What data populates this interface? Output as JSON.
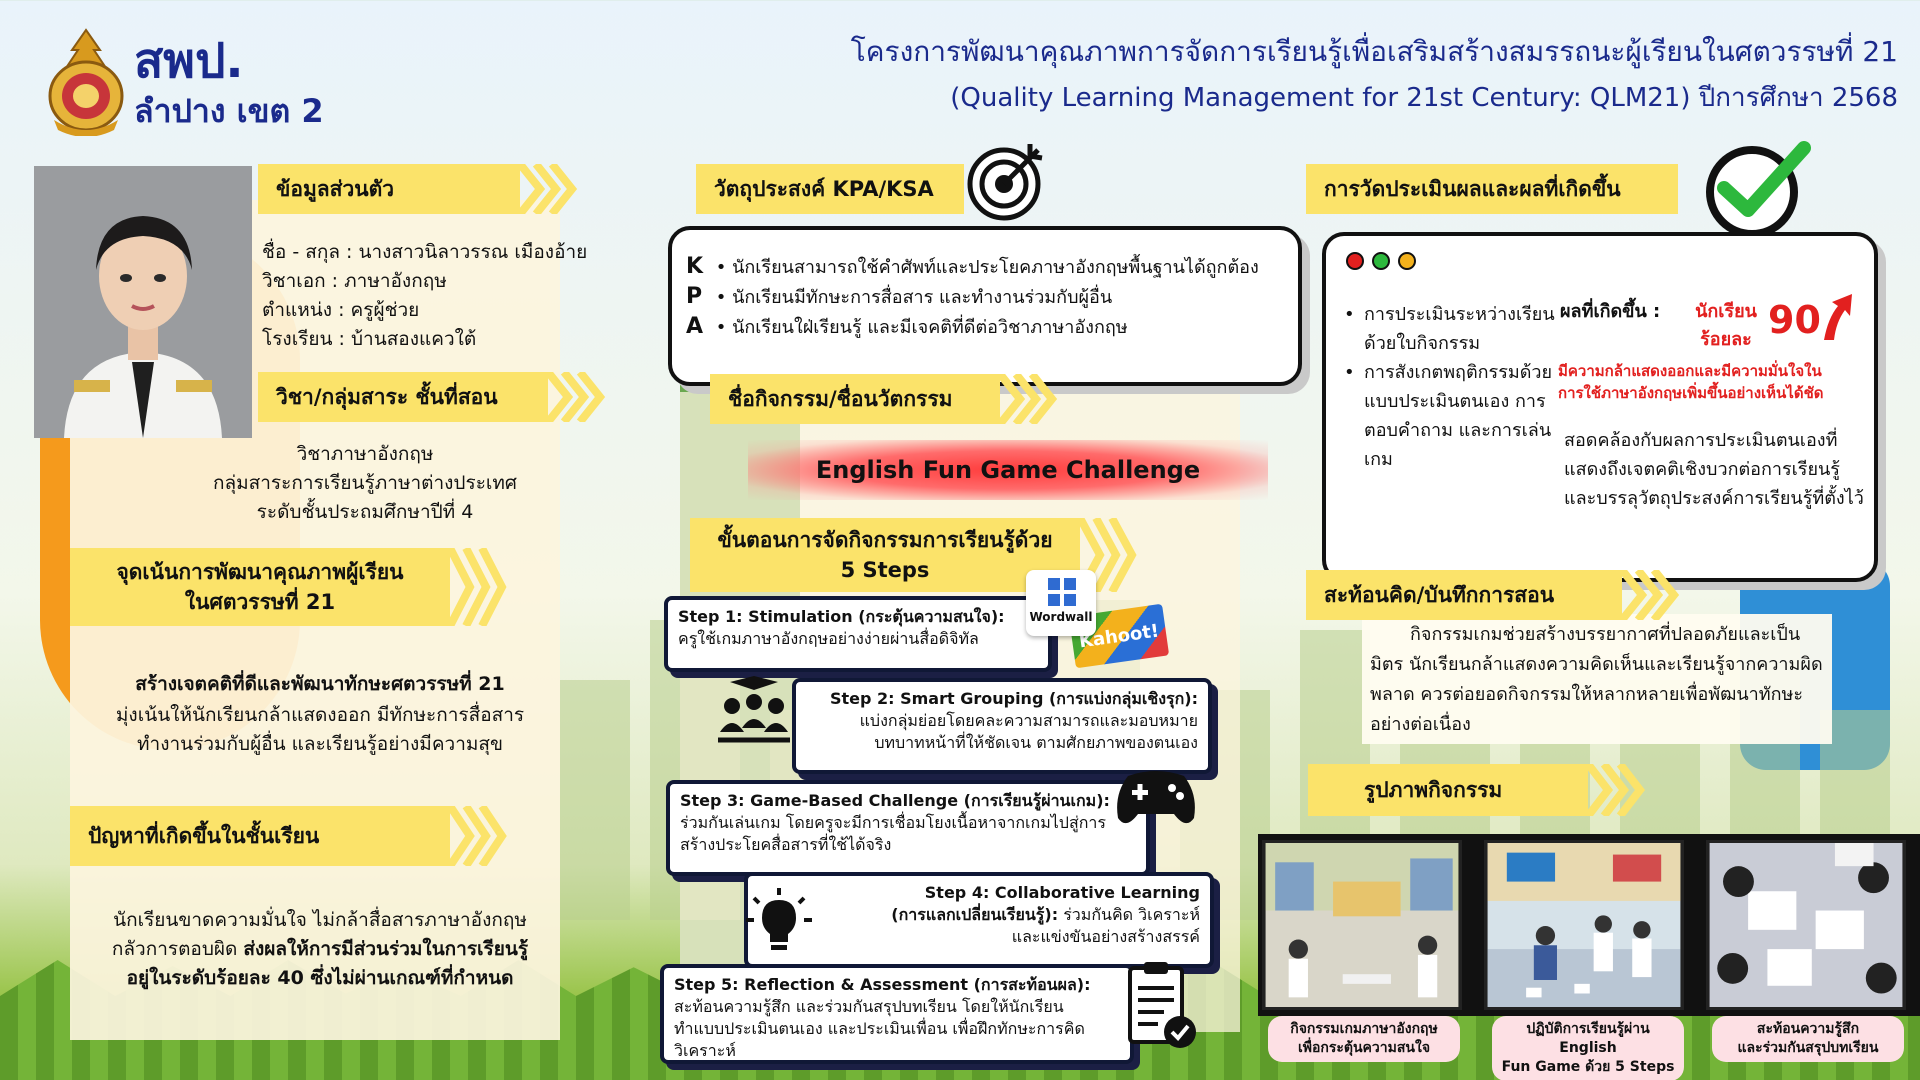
{
  "logo": {
    "org": "สพป.",
    "area": "ลำปาง เขต 2"
  },
  "project": {
    "title_line1": "โครงการพัฒนาคุณภาพการจัดการเรียนรู้เพื่อเสริมสร้างสมรรถนะผู้เรียนในศตวรรษที่ 21",
    "title_line2": "(Quality Learning Management for 21st Century: QLM21) ปีการศึกษา 2568"
  },
  "personal": {
    "heading": "ข้อมูลส่วนตัว",
    "name": "ชื่อ - สกุล : นางสาวนิลาวรรณ  เมืองอ้าย",
    "major": "วิชาเอก : ภาษาอังกฤษ",
    "position": "ตำแหน่ง : ครูผู้ช่วย",
    "school": "โรงเรียน : บ้านสองแควใต้"
  },
  "subject": {
    "heading": "วิชา/กลุ่มสาระ ชั้นที่สอน",
    "line1": "วิชาภาษาอังกฤษ",
    "line2": "กลุ่มสาระการเรียนรู้ภาษาต่างประเทศ",
    "line3": "ระดับชั้นประถมศึกษาปีที่ 4"
  },
  "focus": {
    "heading_line1": "จุดเน้นการพัฒนาคุณภาพผู้เรียน",
    "heading_line2": "ในศตวรรษที่ 21",
    "bold": "สร้างเจตคติที่ดีและพัฒนาทักษะศตวรรษที่ 21",
    "line1": "มุ่งเน้นให้นักเรียนกล้าแสดงออก มีทักษะการสื่อสาร",
    "line2": "ทำงานร่วมกับผู้อื่น และเรียนรู้อย่างมีความสุข"
  },
  "problem": {
    "heading": "ปัญหาที่เกิดขึ้นในชั้นเรียน",
    "line1": "นักเรียนขาดความมั่นใจ ไม่กล้าสื่อสารภาษาอังกฤษ",
    "line2a": "กลัวการตอบผิด ",
    "line2b": "ส่งผลให้การมีส่วนร่วมในการเรียนรู้",
    "line3": "อยู่ในระดับร้อยละ 40 ซึ่งไม่ผ่านเกณฑ์ที่กำหนด"
  },
  "objectives": {
    "heading": "วัตถุประสงค์ KPA/KSA",
    "items": [
      {
        "letter": "K",
        "text": "นักเรียนสามารถใช้คำศัพท์และประโยคภาษาอังกฤษพื้นฐานได้ถูกต้อง"
      },
      {
        "letter": "P",
        "text": "นักเรียนมีทักษะการสื่อสาร และทำงานร่วมกับผู้อื่น"
      },
      {
        "letter": "A",
        "text": "นักเรียนใฝ่เรียนรู้ และมีเจคติที่ดีต่อวิชาภาษาอังกฤษ"
      }
    ]
  },
  "activity": {
    "heading": "ชื่อกิจกรรม/ชื่อนวัตกรรม",
    "name": "English Fun Game Challenge"
  },
  "steps": {
    "heading_line1": "ขั้นตอนการจัดกิจกรรมการเรียนรู้ด้วย",
    "heading_line2": "5 Steps",
    "logo_wordwall": "Wordwall",
    "logo_kahoot": "Kahoot!",
    "items": [
      {
        "title": "Step 1: Stimulation (กระตุ้นความสนใจ):",
        "desc1": "ครูใช้เกมภาษาอังกฤษอย่างง่ายผ่านสื่อดิจิทัล",
        "desc2": ""
      },
      {
        "title": "Step 2: Smart Grouping (การแบ่งกลุ่มเชิงรุก):",
        "desc1": "แบ่งกลุ่มย่อยโดยคละความสามารถและมอบหมาย",
        "desc2": "บทบาทหน้าที่ให้ชัดเจน ตามศักยภาพของตนเอง"
      },
      {
        "title": "Step 3: Game-Based Challenge (การเรียนรู้ผ่านเกม):",
        "desc1": "ร่วมกันเล่นเกม โดยครูจะมีการเชื่อมโยงเนื้อหาจากเกมไปสู่การ",
        "desc2": "สร้างประโยคสื่อสารที่ใช้ได้จริง"
      },
      {
        "title": "Step 4: Collaborative Learning",
        "title2": "(การแลกเปลี่ยนเรียนรู้):",
        "desc1": " ร่วมกันคิด วิเคราะห์",
        "desc2": "และแข่งขันอย่างสร้างสรรค์"
      },
      {
        "title": "Step 5: Reflection & Assessment (การสะท้อนผล):",
        "desc1": "สะท้อนความรู้สึก และร่วมกันสรุปบทเรียน โดยให้นักเรียน",
        "desc2": "ทำแบบประเมินตนเอง และประเมินเพื่อน เพื่อฝึกทักษะการคิดวิเคราะห์"
      }
    ]
  },
  "evaluation": {
    "heading": "การวัดประเมินผลและผลที่เกิดขึ้น",
    "methods": [
      "การประเมินระหว่างเรียนด้วยใบกิจกรรม",
      "การสังเกตพฤติกรรมด้วยแบบประเมินตนเอง การตอบคำถาม และการเล่นเกม"
    ],
    "result_label": "ผลที่เกิดขึ้น :",
    "result_students": "นักเรียน",
    "result_percent_label": "ร้อยละ",
    "result_value": "90",
    "result_red1": "มีความกล้าแสดงออกและมีความมั่นใจใน",
    "result_red2": "การใช้ภาษาอังกฤษเพิ่มขึ้นอย่างเห็นได้ชัด",
    "consistent": "สอดคล้องกับผลการประเมินตนเองที่แสดงถึงเจตคติเชิงบวกต่อการเรียนรู้ และบรรลุวัตถุประสงค์การเรียนรู้ที่ตั้งไว้"
  },
  "reflection": {
    "heading": "สะท้อนคิด/บันทึกการสอน",
    "text": "กิจกรรมเกมช่วยสร้างบรรยากาศที่ปลอดภัยและเป็นมิตร นักเรียนกล้าแสดงความคิดเห็นและเรียนรู้จากความผิดพลาด ควรต่อยอดกิจกรรมให้หลากหลายเพื่อพัฒนาทักษะอย่างต่อเนื่อง"
  },
  "photos": {
    "heading": "รูปภาพกิจกรรม",
    "captions": [
      {
        "l1": "กิจกรรมเกมภาษาอังกฤษ",
        "l2": "เพื่อกระตุ้นความสนใจ"
      },
      {
        "l1": "ปฏิบัติการเรียนรู้ผ่าน English",
        "l2": "Fun Game ด้วย 5 Steps"
      },
      {
        "l1": "สะท้อนความรู้สึก",
        "l2": "และร่วมกันสรุปบทเรียน"
      }
    ]
  },
  "colors": {
    "heading_navy": "#1a2a8c",
    "tag_yellow": "#fbe36a",
    "accent_red": "#e2201f",
    "check_green": "#2db83d"
  }
}
